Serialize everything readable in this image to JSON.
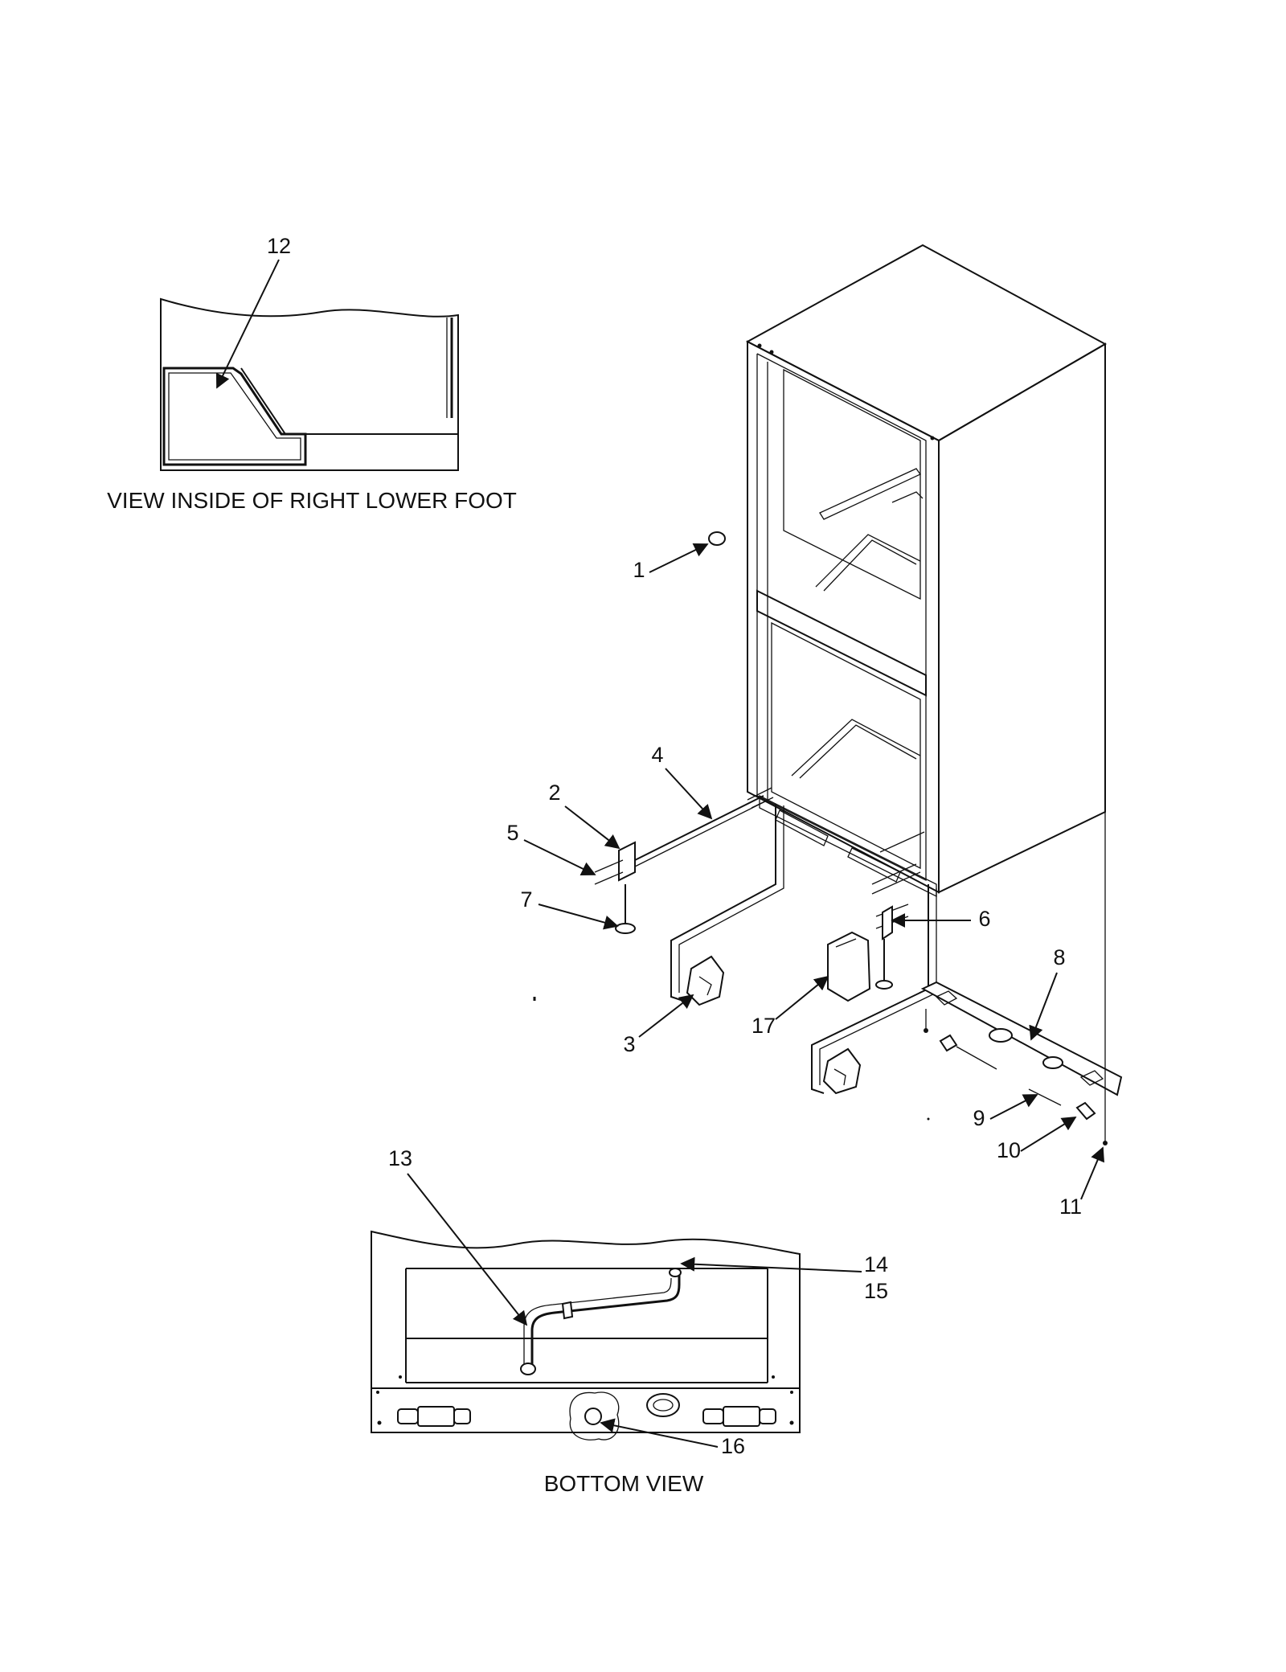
{
  "captions": {
    "foot_view": "VIEW INSIDE OF RIGHT LOWER FOOT",
    "bottom_view": "BOTTOM VIEW"
  },
  "callouts": {
    "c1": "1",
    "c2": "2",
    "c3": "3",
    "c4": "4",
    "c5": "5",
    "c6": "6",
    "c7": "7",
    "c8": "8",
    "c9": "9",
    "c10": "10",
    "c11": "11",
    "c12": "12",
    "c13": "13",
    "c14": "14",
    "c15": "15",
    "c16": "16",
    "c17": "17"
  }
}
